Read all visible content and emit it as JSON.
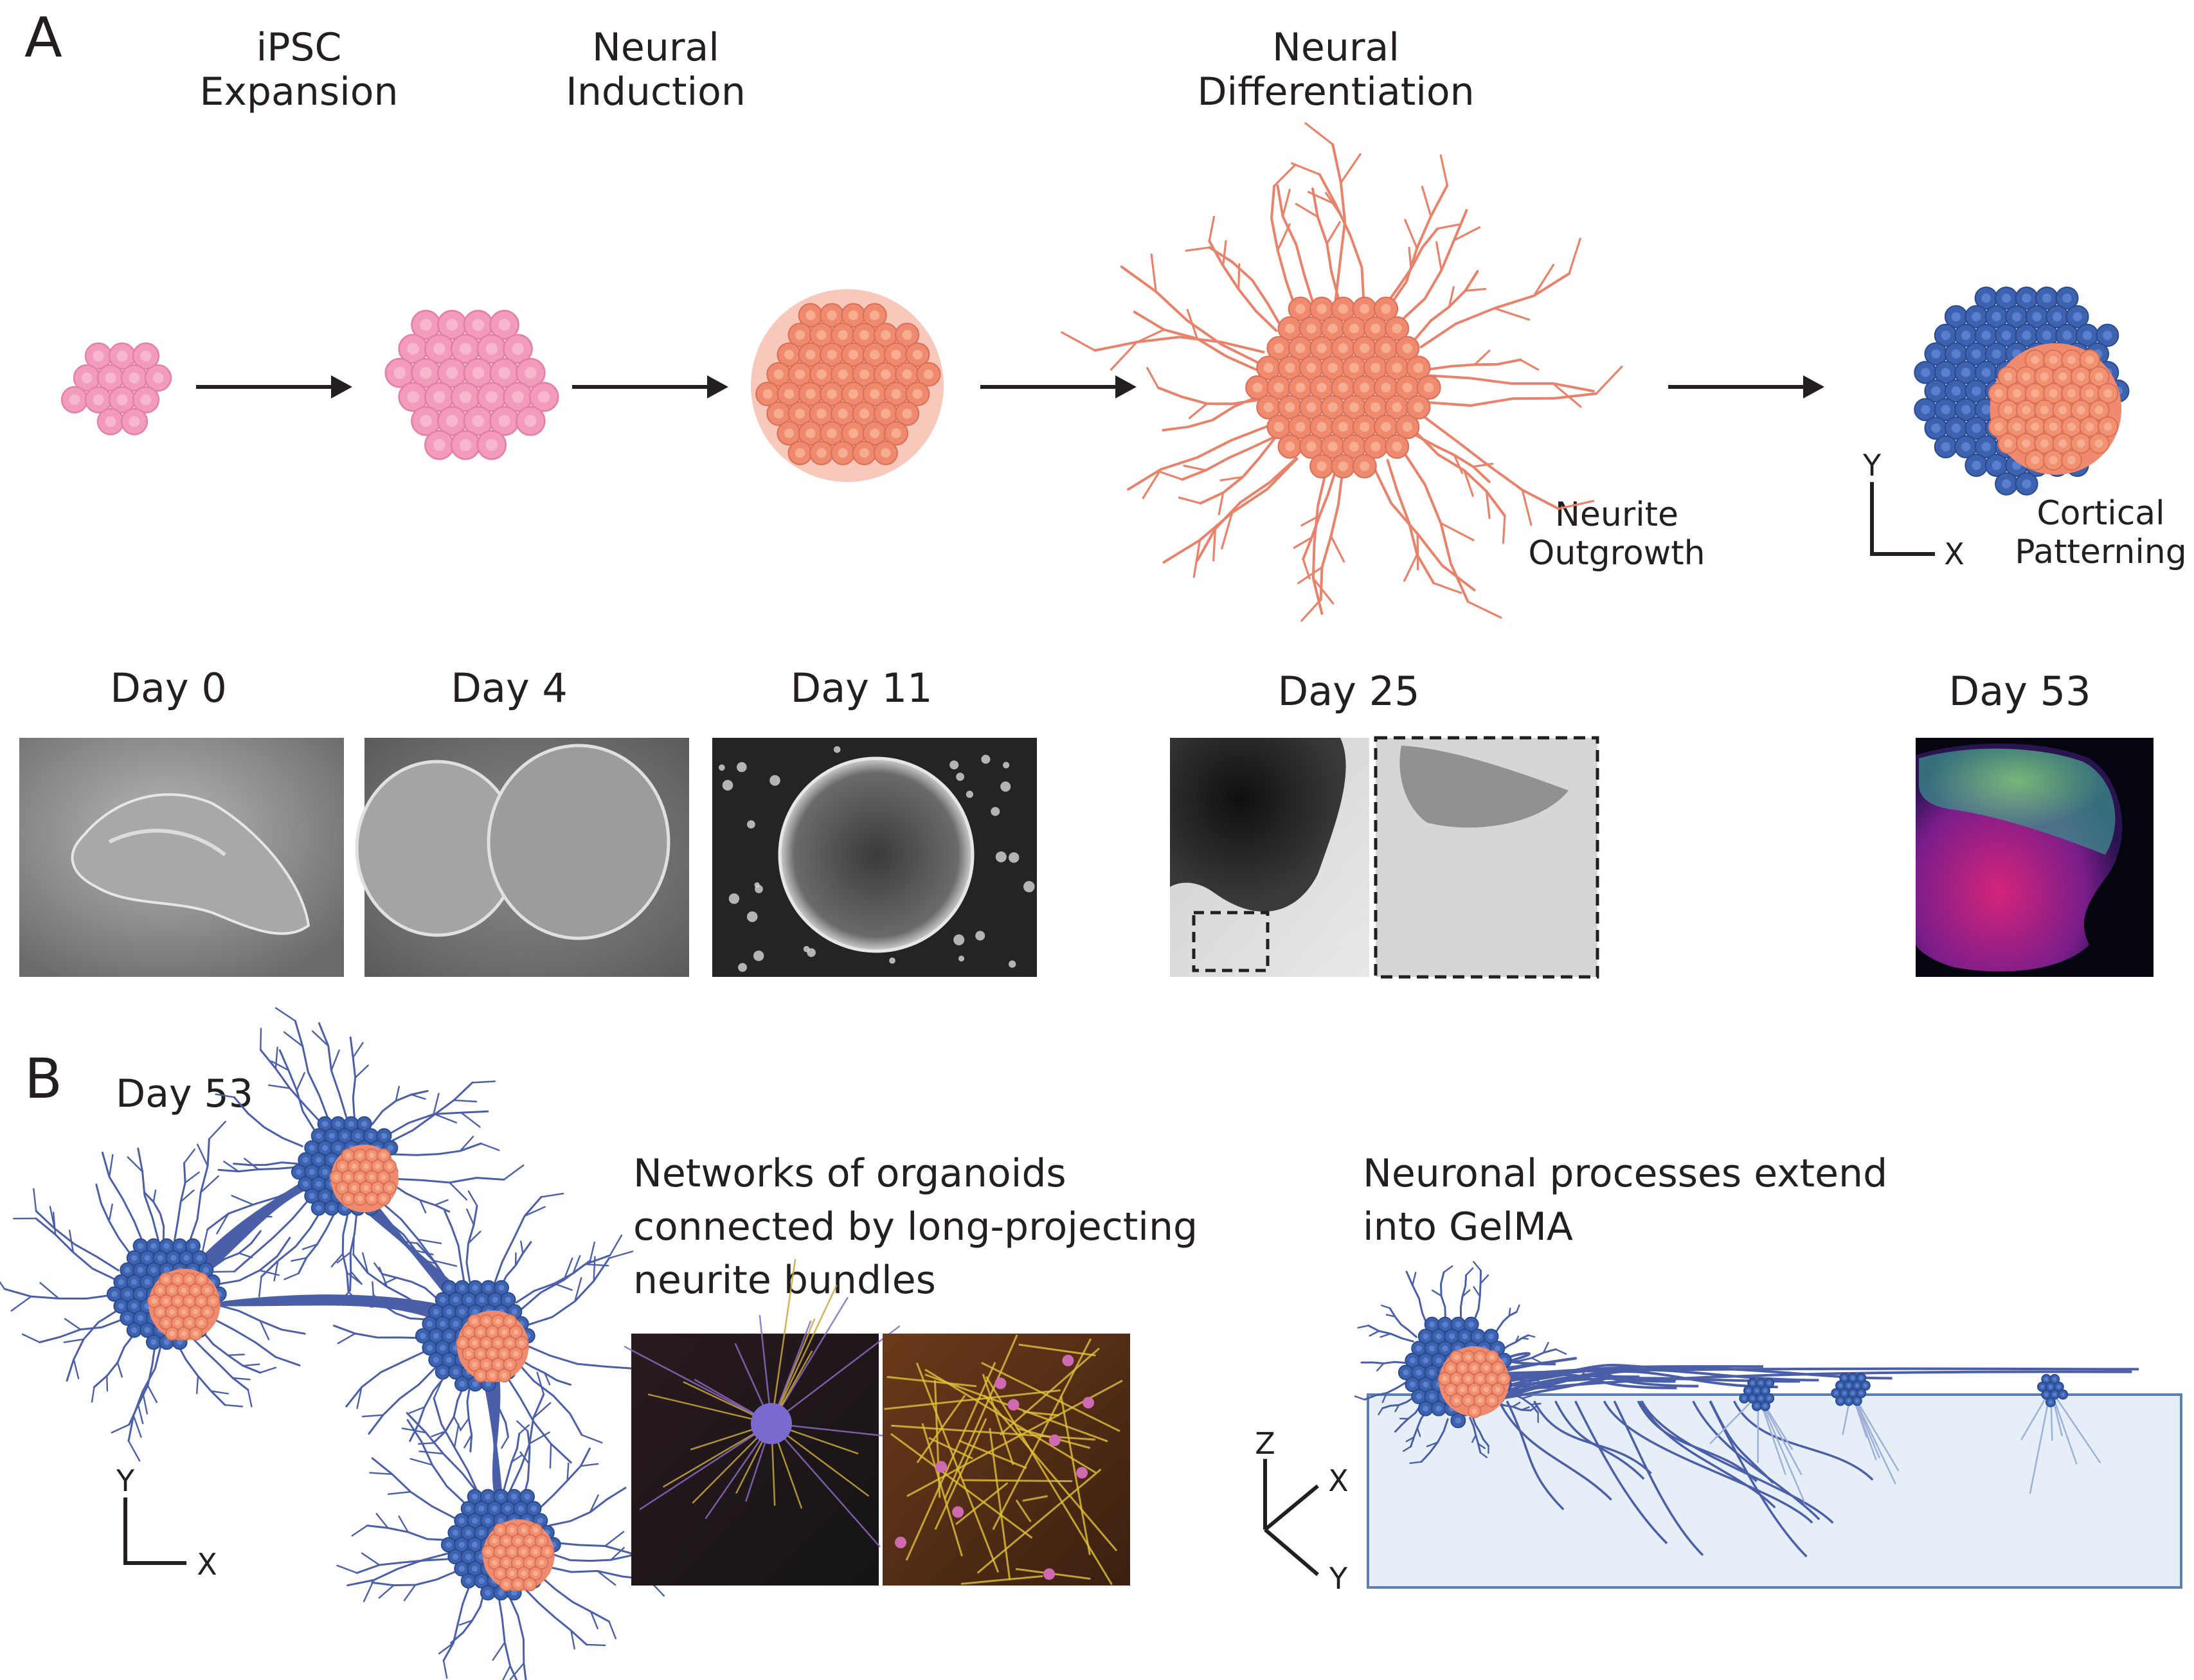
{
  "panel_a": {
    "letter": "A",
    "stages": [
      {
        "line1": "iPSC",
        "line2": "Expansion"
      },
      {
        "line1": "Neural",
        "line2": "Induction"
      },
      {
        "line1": "Neural",
        "line2": "Differentiation"
      }
    ],
    "neurite_note": {
      "line1": "Neurite",
      "line2": "Outgrowth"
    },
    "cortical_note": {
      "line1": "Cortical",
      "line2": "Patterning"
    },
    "axes": {
      "y": "Y",
      "x": "X"
    },
    "days": [
      "Day 0",
      "Day 4",
      "Day 11",
      "Day 25",
      "Day 53"
    ]
  },
  "panel_b": {
    "letter": "B",
    "day": "Day 53",
    "network_caption": {
      "line1": "Networks of organoids",
      "line2": "connected by long-projecting",
      "line3": "neurite bundles"
    },
    "gelma_caption": {
      "line1": "Neuronal processes extend",
      "line2": "into GelMA"
    },
    "axes2d": {
      "y": "Y",
      "x": "X"
    },
    "axes3d": {
      "z": "Z",
      "x": "X",
      "y": "Y"
    }
  },
  "colors": {
    "ipsc_pink": "#f29bbd",
    "organoid_salmon": "#f08a6e",
    "cortical_blue": "#3d62b0",
    "neurite": "#e8826a",
    "bundle_blue": "#4a5fa8",
    "gelma_fill": "#e6eef8",
    "gelma_stroke": "#5b7fb3",
    "arrow": "#231f20"
  }
}
